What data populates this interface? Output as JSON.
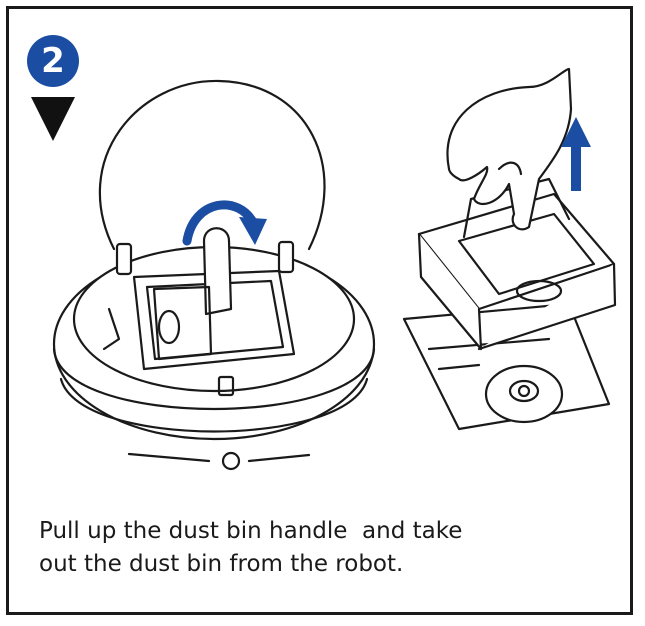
{
  "step": {
    "number": "2",
    "accent_color": "#1b4ea3"
  },
  "illustration": {
    "left_icon": "robot-vacuum-open-lid-icon",
    "left_action_icon": "rotate-arrow-icon",
    "right_icon": "dust-bin-lift-icon",
    "right_action_icon": "up-arrow-icon",
    "arrow_color": "#1b4ea3"
  },
  "caption": {
    "line1": "Pull up the dust bin handle  and take",
    "line2": "out the dust bin from the robot."
  }
}
